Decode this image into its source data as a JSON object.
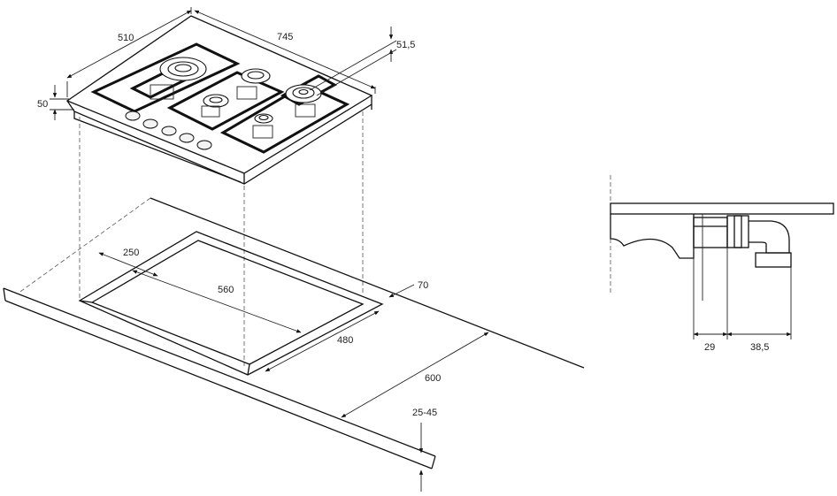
{
  "diagram": {
    "hob": {
      "depth_label": "510",
      "width_label": "745",
      "cooktop_height_label": "51,5",
      "frame_height_label": "50"
    },
    "cutout": {
      "side_offset_label": "250",
      "cutout_width_label": "560",
      "cutout_depth_label": "480",
      "rear_clearance_label": "70",
      "worktop_depth_label": "600",
      "worktop_thickness_label": "25-45"
    },
    "gas_connection": {
      "offset_label": "29",
      "connector_label": "38,5"
    }
  }
}
